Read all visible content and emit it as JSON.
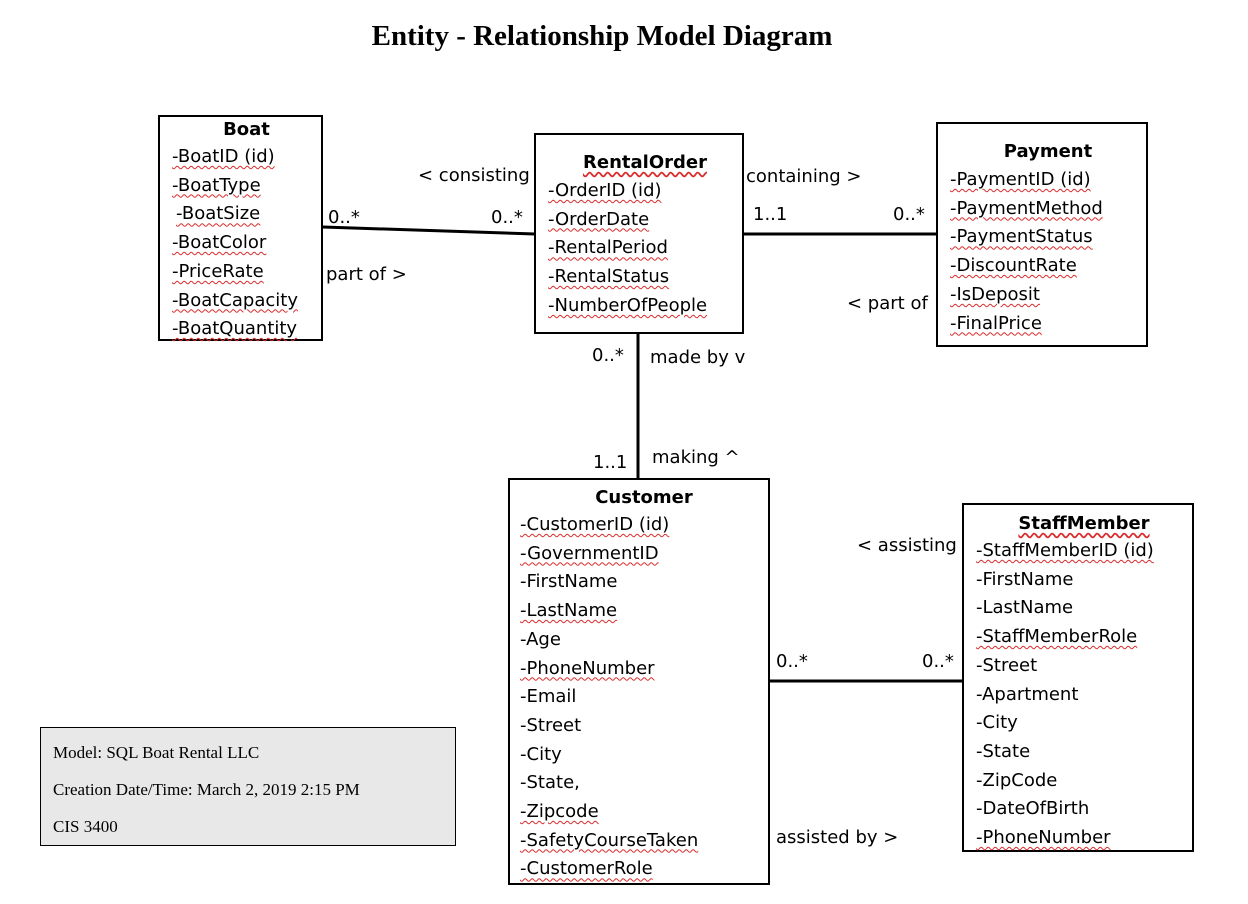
{
  "title": "Entity - Relationship Model Diagram",
  "entities": {
    "boat": {
      "name": "Boat",
      "attrs": [
        "-BoatID (id)",
        "-BoatType",
        "-BoatSize",
        "-BoatColor",
        "-PriceRate",
        "-BoatCapacity",
        "-BoatQuantity"
      ]
    },
    "rental_order": {
      "name": "RentalOrder",
      "attrs": [
        "-OrderID (id)",
        "-OrderDate",
        "-RentalPeriod",
        "-RentalStatus",
        "-NumberOfPeople"
      ]
    },
    "payment": {
      "name": "Payment",
      "attrs": [
        "-PaymentID (id)",
        "-PaymentMethod",
        "-PaymentStatus",
        "-DiscountRate",
        "-IsDeposit",
        "-FinalPrice"
      ]
    },
    "customer": {
      "name": "Customer",
      "attrs": [
        "-CustomerID (id)",
        "-GovernmentID",
        "-FirstName",
        "-LastName",
        "-Age",
        "-PhoneNumber",
        "-Email",
        "-Street",
        "-City",
        "-State,",
        "-Zipcode",
        "-SafetyCourseTaken",
        "-CustomerRole"
      ]
    },
    "staff_member": {
      "name": "StaffMember",
      "attrs": [
        "-StaffMemberID (id)",
        "-FirstName",
        "-LastName",
        "-StaffMemberRole",
        "-Street",
        "-Apartment",
        "-City",
        "-State",
        "-ZipCode",
        "-DateOfBirth",
        "-PhoneNumber"
      ]
    }
  },
  "relationships": {
    "boat_order": {
      "verb_top": "< consisting",
      "verb_bottom": "part of >",
      "card_boat": "0..*",
      "card_order": "0..*"
    },
    "order_payment": {
      "verb_top": "containing >",
      "verb_bottom": "<  part of",
      "card_order": "1..1",
      "card_payment": "0..*"
    },
    "order_customer": {
      "verb_top": "made by v",
      "verb_bottom": "making ^",
      "card_order": "0..*",
      "card_customer": "1..1"
    },
    "customer_staff": {
      "verb_top": "< assisting",
      "verb_bottom": "assisted by >",
      "card_customer": "0..*",
      "card_staff": "0..*"
    }
  },
  "info_box": {
    "model": "Model: SQL Boat Rental LLC",
    "created": "Creation Date/Time: March 2, 2019 2:15 PM",
    "course": "CIS 3400"
  }
}
